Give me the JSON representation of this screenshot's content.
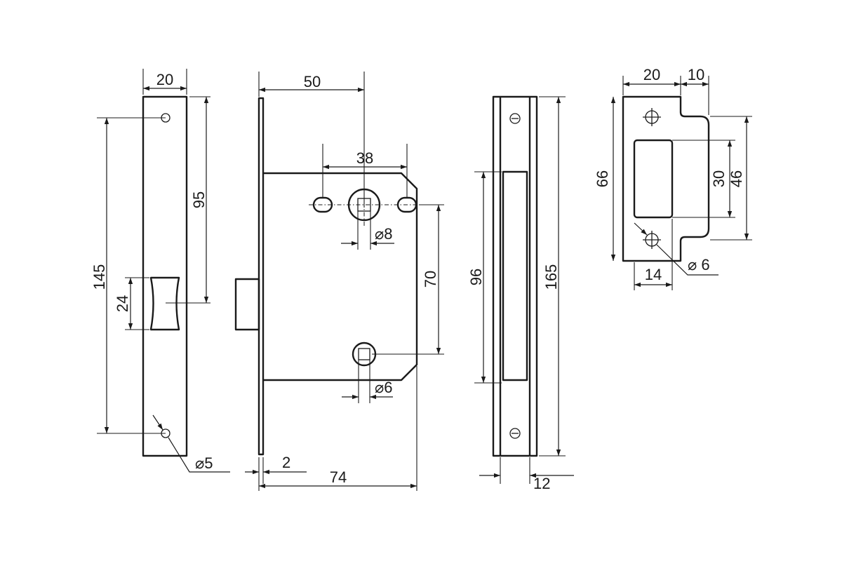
{
  "dims": {
    "front_width": "20",
    "front_holes_span": "145",
    "front_upper_to_latch": "95",
    "latch_height": "24",
    "front_hole_dia": "⌀5",
    "backset": "50",
    "spindle_spacing": "38",
    "spindle_dia": "⌀8",
    "center_distance": "70",
    "cylinder_dia": "⌀6",
    "faceplate_thickness": "2",
    "case_depth": "74",
    "slot_length": "96",
    "plate_height": "165",
    "plate_offset": "12",
    "strike_width": "20",
    "strike_lip": "10",
    "strike_height": "66",
    "strike_opening": "30",
    "strike_pitch": "46",
    "strike_hole_offset": "14",
    "strike_hole_dia": "⌀ 6"
  }
}
